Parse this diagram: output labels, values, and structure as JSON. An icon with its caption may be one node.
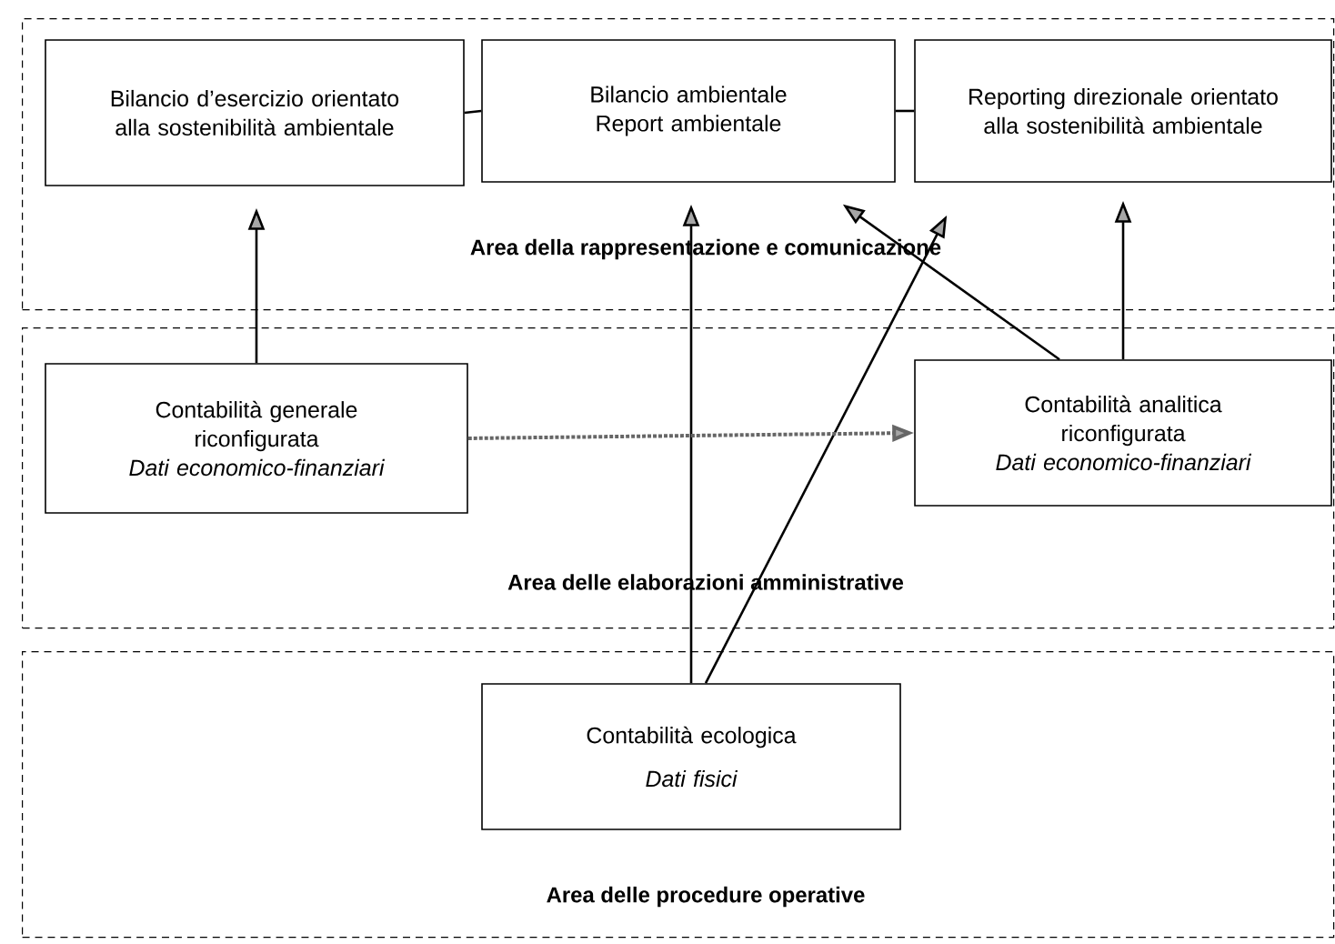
{
  "diagram": {
    "nodes": [
      {
        "text": [
          "Area della rappresentazione e comunicazione"
        ]
      },
      {
        "text": [
          "Bilancio d’esercizio orientato alla sostenibilità ambientale"
        ],
        "in": 0
      },
      {
        "text": [
          "Bilancio ambientale Report ambientale"
        ],
        "in": 0
      },
      {
        "text": [
          "Reporting direzionale orientato alla sostenibilità ambientale"
        ],
        "in": 0
      },
      {
        "text": [
          "Area delle elaborazioni amministrative"
        ]
      },
      {
        "text": [
          "Contabilità generale riconfigurata",
          "Dati economico-finanziari"
        ],
        "in": 4
      },
      {
        "text": [
          "Contabilità analitica riconfigurata",
          "Dati economico-finanziari"
        ],
        "in": 4
      },
      {
        "text": [
          "Area delle procedure operative"
        ]
      },
      {
        "text": [
          "Contabilità ecologica",
          "Dati fisici"
        ],
        "in": 7
      }
    ],
    "edges": [
      {
        "from": 1,
        "to": 2,
        "arrow": "none"
      },
      {
        "from": 2,
        "to": 3,
        "arrow": "none"
      },
      {
        "from": 5,
        "to": 1,
        "arrow": "to"
      },
      {
        "from": 8,
        "to": 2,
        "arrow": "to"
      },
      {
        "from": 8,
        "to": 3,
        "arrow": "to"
      },
      {
        "from": 6,
        "to": 2,
        "arrow": "to"
      },
      {
        "from": 6,
        "to": 3,
        "arrow": "to"
      },
      {
        "from": 5,
        "to": 6,
        "arrow": "to",
        "style": "dashed",
        "color": "#666666"
      }
    ]
  }
}
